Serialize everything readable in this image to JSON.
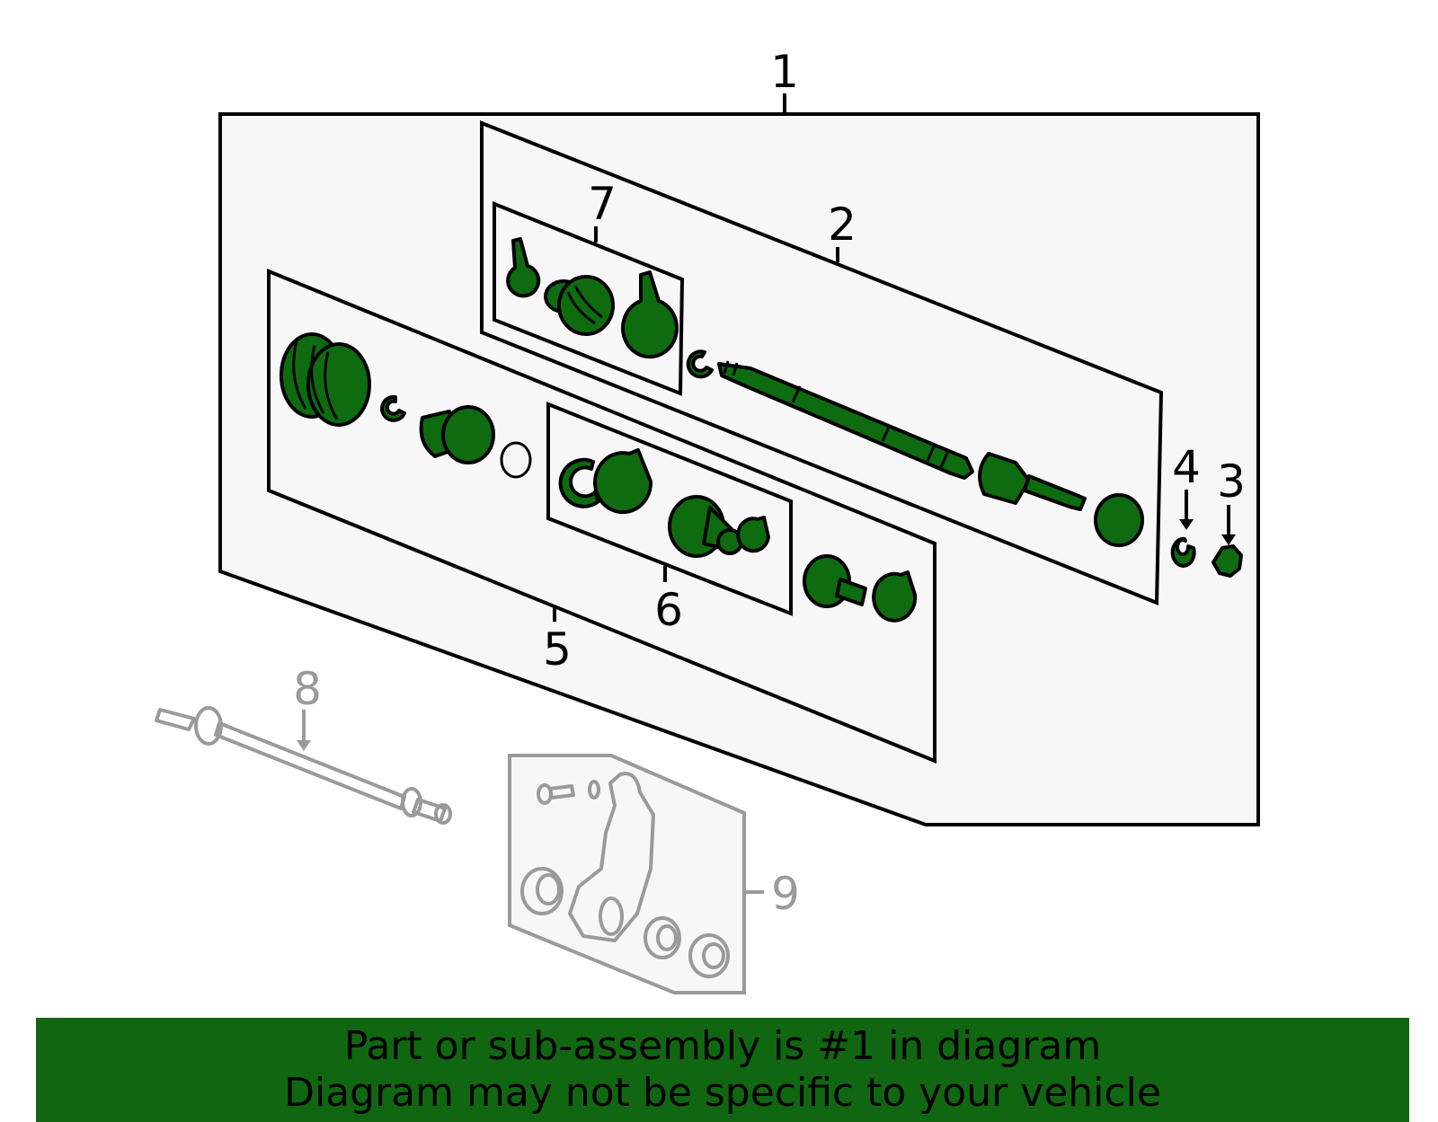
{
  "callouts": {
    "c1": "1",
    "c2": "2",
    "c3": "3",
    "c4": "4",
    "c5": "5",
    "c6": "6",
    "c7": "7",
    "c8": "8",
    "c9": "9"
  },
  "banner": {
    "line1": "Part or sub-assembly is #1 in diagram",
    "line2": "Diagram may not be specific to your vehicle"
  },
  "colors": {
    "highlight": "#0f6b0f",
    "banner_bg": "#116611",
    "ghost": "#9a9a9a"
  }
}
